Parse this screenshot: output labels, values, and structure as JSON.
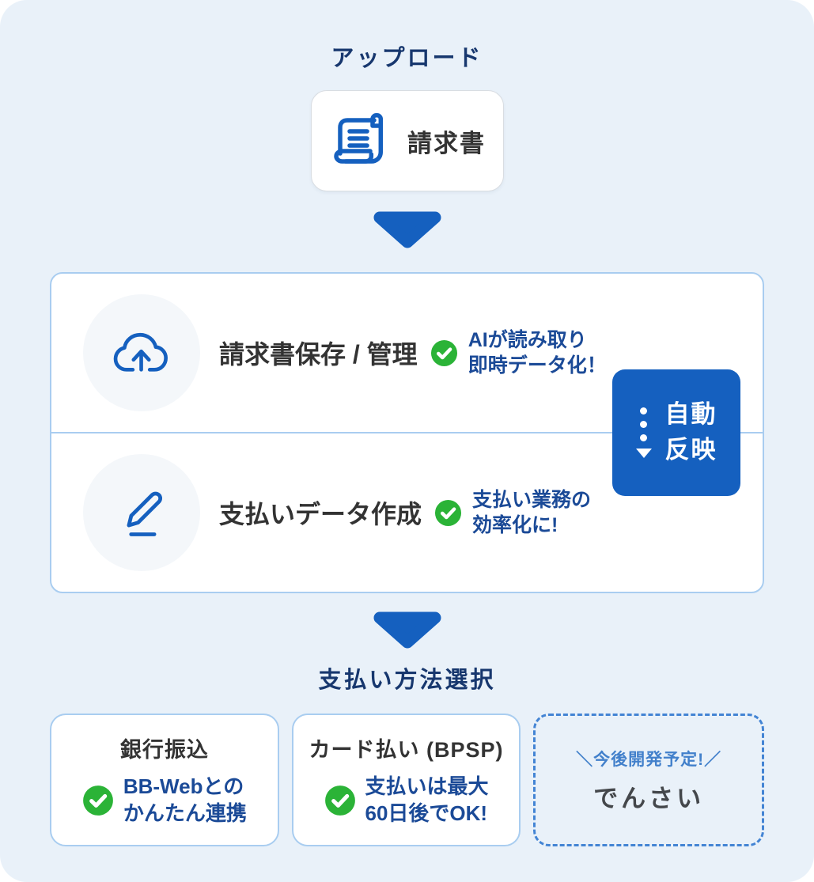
{
  "colors": {
    "page_bg": "#e9f1f9",
    "accent_blue": "#1560bf",
    "navy_heading": "#17376e",
    "benefit_blue": "#1b4a97",
    "green_check": "#2bb337",
    "card_border_blue": "#a9cdf0",
    "dashed_border_blue": "#4384d4",
    "title_gray": "#333333"
  },
  "upload_section": {
    "heading": "アップロード",
    "invoice_card": {
      "icon": "invoice-scroll-icon",
      "label": "請求書"
    }
  },
  "process_section": {
    "rows": [
      {
        "icon": "cloud-upload-icon",
        "title": "請求書保存 / 管理",
        "check_icon": "check-icon",
        "benefit_lines": [
          "AIが読み取り",
          "即時データ化！"
        ]
      },
      {
        "icon": "pen-icon",
        "title": "支払いデータ作成",
        "check_icon": "check-icon",
        "benefit_lines": [
          "支払い業務の",
          "効率化に!"
        ]
      }
    ],
    "auto_reflect_badge": {
      "icon": "dotted-down-arrow-icon",
      "lines": [
        "自動",
        "反映"
      ]
    }
  },
  "payment_section": {
    "heading": "支払い方法選択",
    "method_cards": [
      {
        "title": "銀行振込",
        "check_icon": "check-icon",
        "benefit_lines": [
          "BB-Webとの",
          "かんたん連携"
        ]
      },
      {
        "title": "カード払い (BPSP)",
        "check_icon": "check-icon",
        "benefit_lines": [
          "支払いは最大",
          "60日後でOK!"
        ]
      }
    ],
    "planned_card": {
      "note": "＼今後開発予定!／",
      "title": "でんさい"
    }
  }
}
